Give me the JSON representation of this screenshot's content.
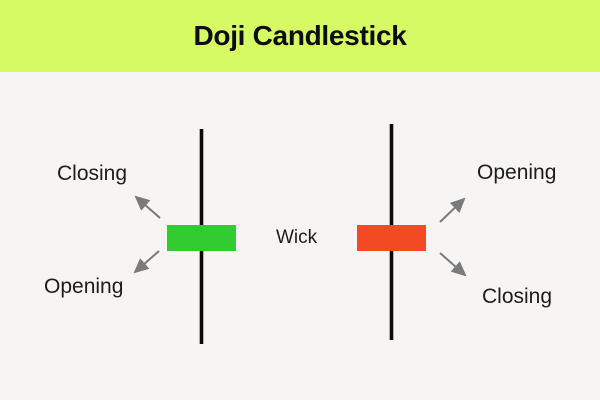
{
  "header": {
    "title": "Doji Candlestick",
    "bg_color": "#d6fa64",
    "text_color": "#0d0d0d"
  },
  "diagram": {
    "bg_color": "#f6f5f3",
    "wick_color": "#0b0b0b",
    "arrow_color": "#7a7a7a",
    "wick_label": "Wick",
    "left_candle": {
      "type": "bullish-doji",
      "body_color": "#32cb32",
      "top_label": "Closing",
      "bottom_label": "Opening"
    },
    "right_candle": {
      "type": "bearish-doji",
      "body_color": "#f24a23",
      "top_label": "Opening",
      "bottom_label": "Closing"
    }
  }
}
